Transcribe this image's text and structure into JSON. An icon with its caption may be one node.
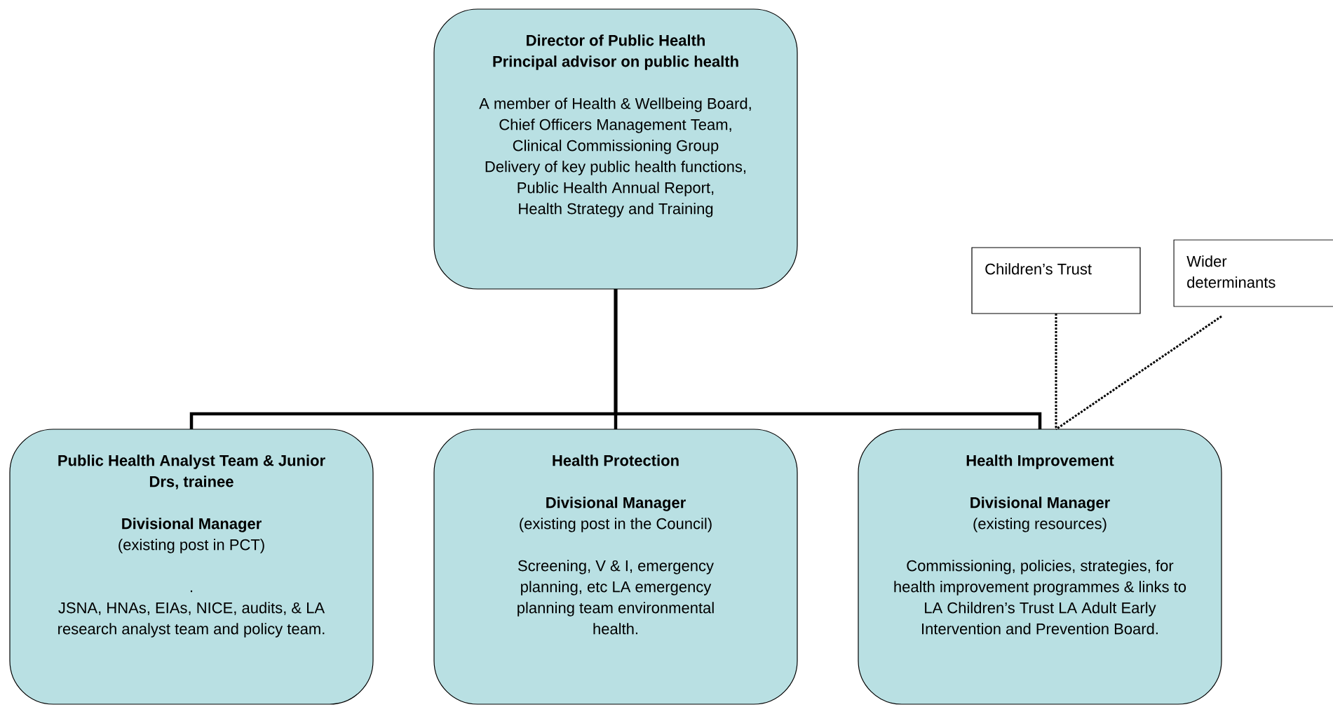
{
  "diagram": {
    "nodes": [
      {
        "text": [
          "Director of Public Health",
          "Principal advisor on public health",
          "A member of Health & Wellbeing Board,",
          "Chief Officers Management Team,",
          "Clinical Commissioning Group",
          "Delivery of key public health functions,",
          "Public Health Annual Report,",
          "Health Strategy and Training"
        ]
      },
      {
        "text": [
          "Children’s Trust"
        ]
      },
      {
        "text": [
          "Wider determinants"
        ]
      },
      {
        "text": [
          "Public Health Analyst Team & Junior Drs, trainee",
          "Divisional Manager",
          "(existing post in PCT)",
          ".",
          "JSNA, HNAs, EIAs, NICE, audits, & LA research analyst team and policy team."
        ]
      },
      {
        "text": [
          "Health Protection",
          "Divisional Manager",
          "(existing post in the Council)",
          "Screening, V & I, emergency planning, etc LA emergency planning team environmental health."
        ]
      },
      {
        "text": [
          "Health Improvement",
          "Divisional Manager",
          "(existing resources)",
          "Commissioning, policies, strategies, for health improvement programmes & links to LA Children’s Trust LA Adult Early Intervention and Prevention Board."
        ]
      }
    ],
    "edges": [
      {
        "from": 0,
        "to": 3,
        "arrow": "none"
      },
      {
        "from": 0,
        "to": 4,
        "arrow": "none"
      },
      {
        "from": 0,
        "to": 5,
        "arrow": "none"
      },
      {
        "from": 1,
        "to": 5,
        "arrow": "none",
        "style": "dashed"
      },
      {
        "from": 2,
        "to": 5,
        "arrow": "none",
        "style": "dashed"
      }
    ]
  }
}
